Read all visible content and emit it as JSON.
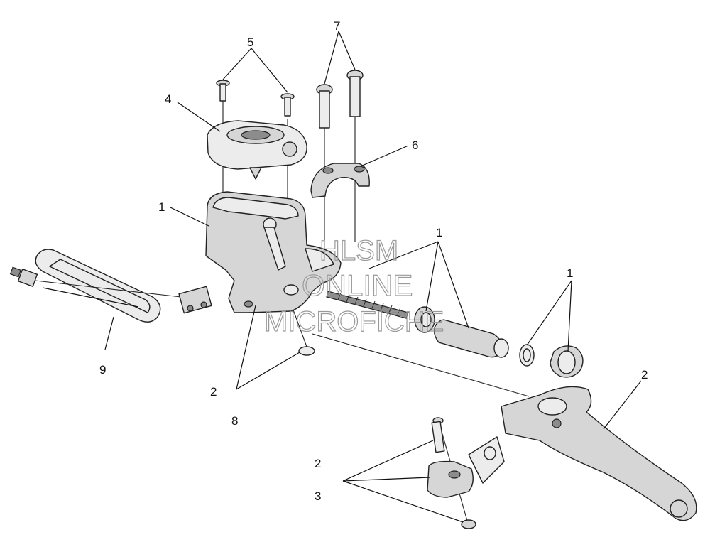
{
  "callouts": {
    "c1a": "1",
    "c1b": "1",
    "c1c": "1",
    "c2a": "2",
    "c2b": "2",
    "c2c": "2",
    "c3": "3",
    "c4": "4",
    "c5": "5",
    "c6": "6",
    "c7": "7",
    "c8": "8",
    "c9": "9"
  },
  "watermark": {
    "line1": "HLSM",
    "line2": "ONLINE",
    "line3": "MICROFICHE"
  }
}
